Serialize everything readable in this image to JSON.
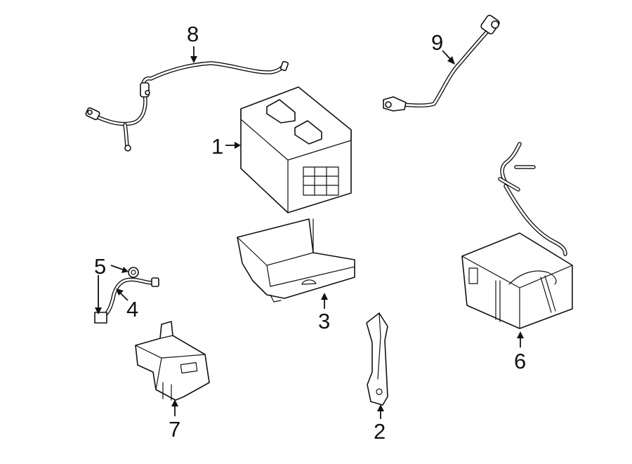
{
  "callouts": [
    {
      "id": "part-1",
      "label": "1"
    },
    {
      "id": "part-2",
      "label": "2"
    },
    {
      "id": "part-3",
      "label": "3"
    },
    {
      "id": "part-4",
      "label": "4"
    },
    {
      "id": "part-5",
      "label": "5"
    },
    {
      "id": "part-6",
      "label": "6"
    },
    {
      "id": "part-7",
      "label": "7"
    },
    {
      "id": "part-8",
      "label": "8"
    },
    {
      "id": "part-9",
      "label": "9"
    }
  ],
  "colors": {
    "line": "#111111",
    "background": "#ffffff"
  }
}
